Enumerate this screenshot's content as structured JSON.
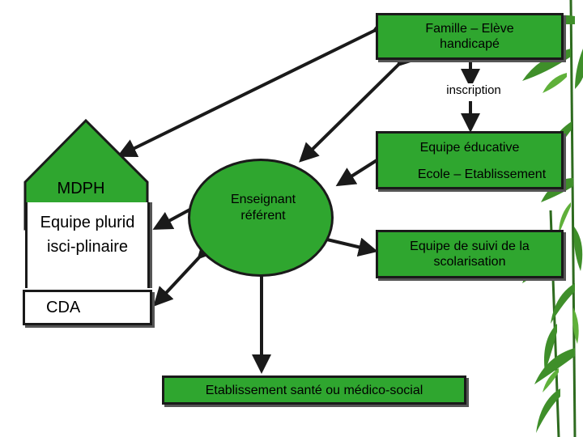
{
  "colors": {
    "green": "#2fa62f",
    "dark": "#1a1a1a"
  },
  "nodes": {
    "famille": "Famille – Elève handicapé",
    "inscription": "inscription",
    "equipe_educative": "Equipe éducative",
    "ecole": "Ecole – Etablissement",
    "enseignant": "Enseignant référent",
    "suivi": "Equipe de suivi de la scolarisation",
    "etablissement_sante": "Etablissement santé ou médico-social",
    "mdph": "MDPH",
    "equipe_pluri": "Equipe pluridisci-plinaire",
    "cda": "CDA"
  },
  "decor": {
    "background": "bamboo-leaves-decoration"
  }
}
